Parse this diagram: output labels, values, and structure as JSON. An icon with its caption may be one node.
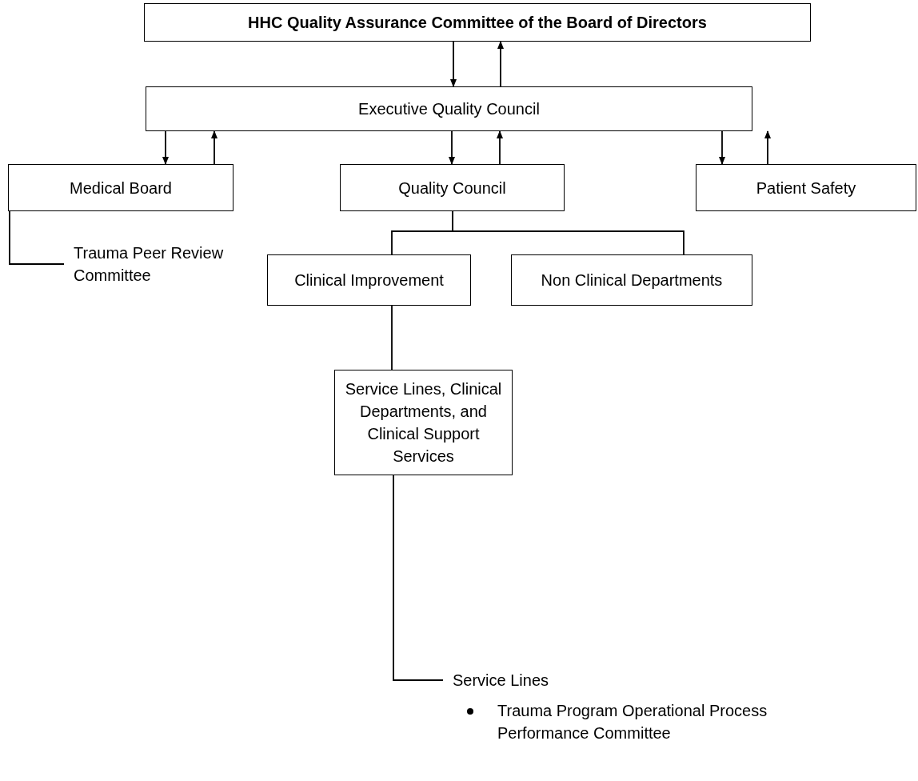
{
  "diagram": {
    "nodes": [
      {
        "text": [
          "HHC Quality Assurance Committee of the Board of Directors"
        ]
      },
      {
        "text": [
          "Executive Quality Council"
        ]
      },
      {
        "text": [
          "Medical Board"
        ]
      },
      {
        "text": [
          "Quality Council"
        ]
      },
      {
        "text": [
          "Patient Safety"
        ]
      },
      {
        "text": [
          "Clinical Improvement"
        ]
      },
      {
        "text": [
          "Non Clinical Departments"
        ]
      },
      {
        "text": [
          "Service Lines, Clinical Departments, and Clinical Support Services"
        ]
      },
      {
        "text": [
          "Trauma Peer Review Committee"
        ]
      },
      {
        "text": [
          "Service Lines"
        ]
      }
    ],
    "edges": [
      {
        "from": 0,
        "to": 1,
        "arrow": "to"
      },
      {
        "from": 1,
        "to": 0,
        "arrow": "to"
      },
      {
        "from": 1,
        "to": 2,
        "arrow": "to"
      },
      {
        "from": 2,
        "to": 1,
        "arrow": "to"
      },
      {
        "from": 1,
        "to": 3,
        "arrow": "to"
      },
      {
        "from": 3,
        "to": 1,
        "arrow": "to"
      },
      {
        "from": 1,
        "to": 4,
        "arrow": "to"
      },
      {
        "from": 4,
        "to": 1,
        "arrow": "to"
      },
      {
        "from": 3,
        "to": 5,
        "arrow": "none"
      },
      {
        "from": 3,
        "to": 6,
        "arrow": "none"
      },
      {
        "from": 2,
        "to": 8,
        "arrow": "none"
      },
      {
        "from": 5,
        "to": 7,
        "arrow": "none"
      },
      {
        "from": 7,
        "to": 9,
        "arrow": "none"
      }
    ],
    "labels": [
      "Trauma Program Operational Process Performance Committee"
    ]
  }
}
